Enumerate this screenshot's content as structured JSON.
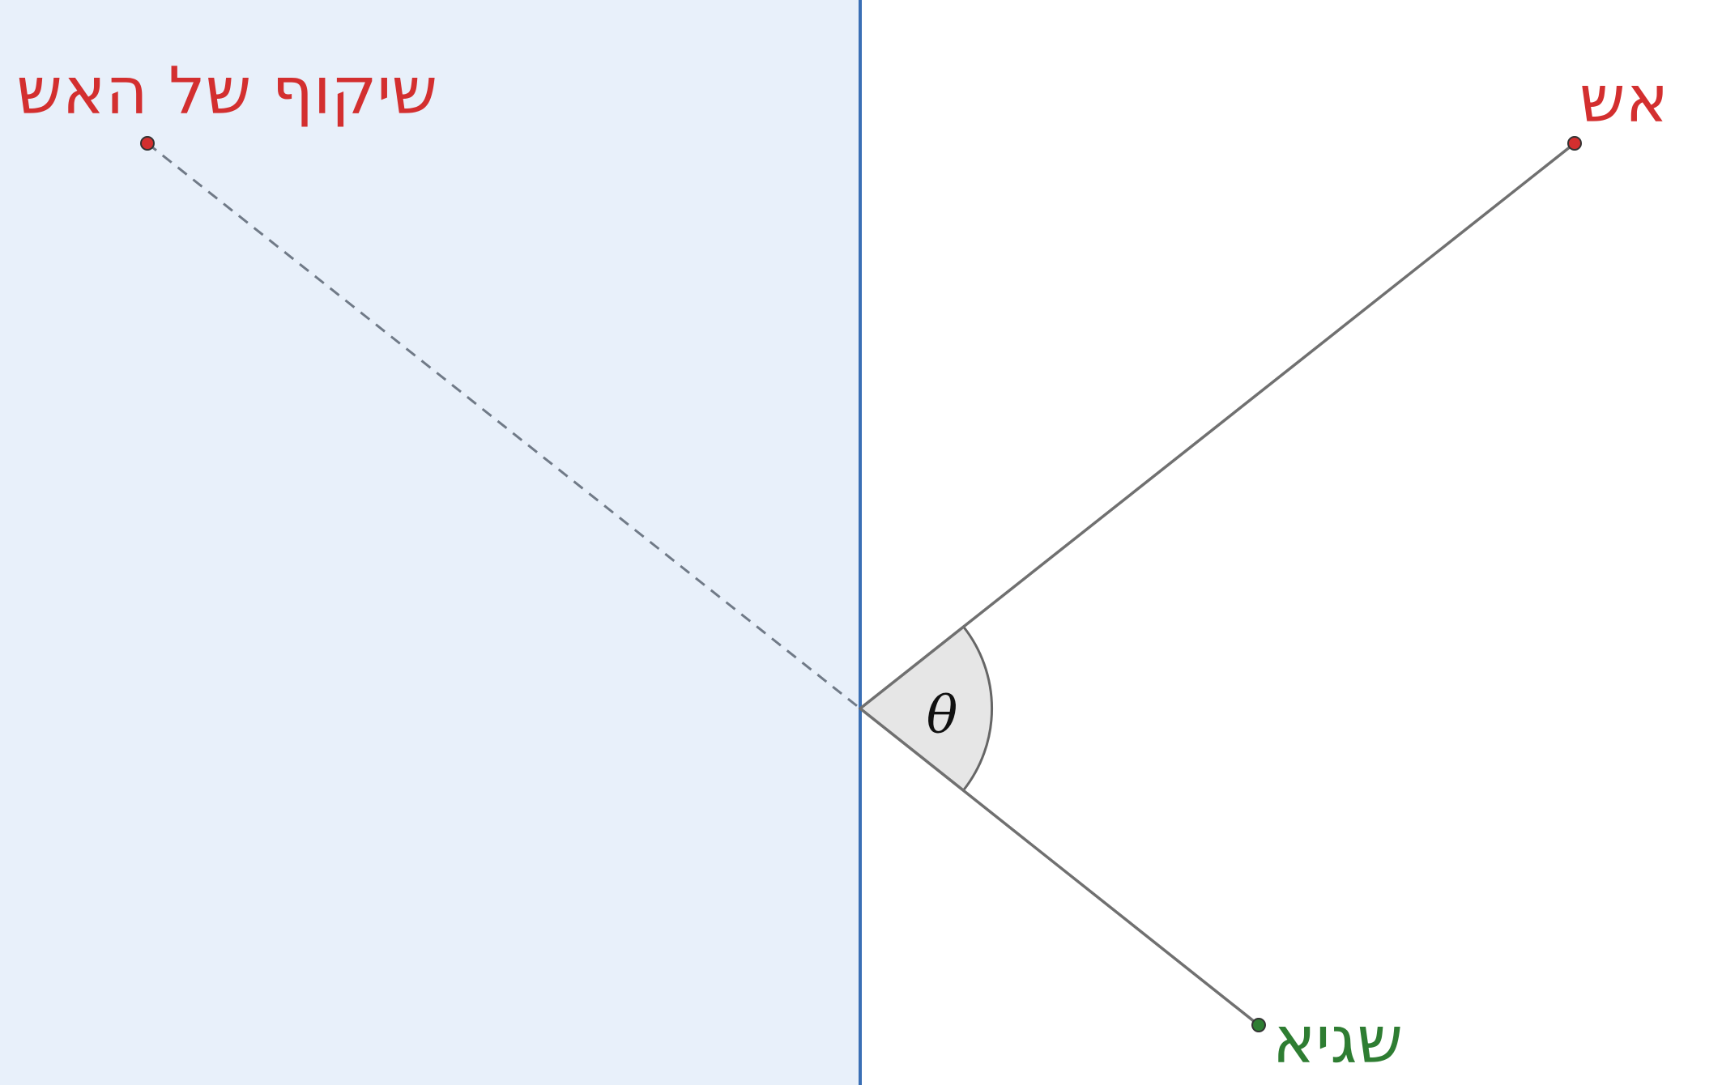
{
  "colors": {
    "mirror_region": "#e8f0fa",
    "mirror_line": "#3a6fb5",
    "ray": "#707070",
    "ray_dashed": "#707a87",
    "angle_fill": "#e6e6e6",
    "angle_stroke": "#666666",
    "fire": "#d32f2f",
    "reflection": "#d32f2f",
    "sagi": "#2e7d32"
  },
  "labels": {
    "fire": "אש",
    "reflection": "שיקוף של האש",
    "sagi": "שגיא",
    "angle": "θ"
  }
}
